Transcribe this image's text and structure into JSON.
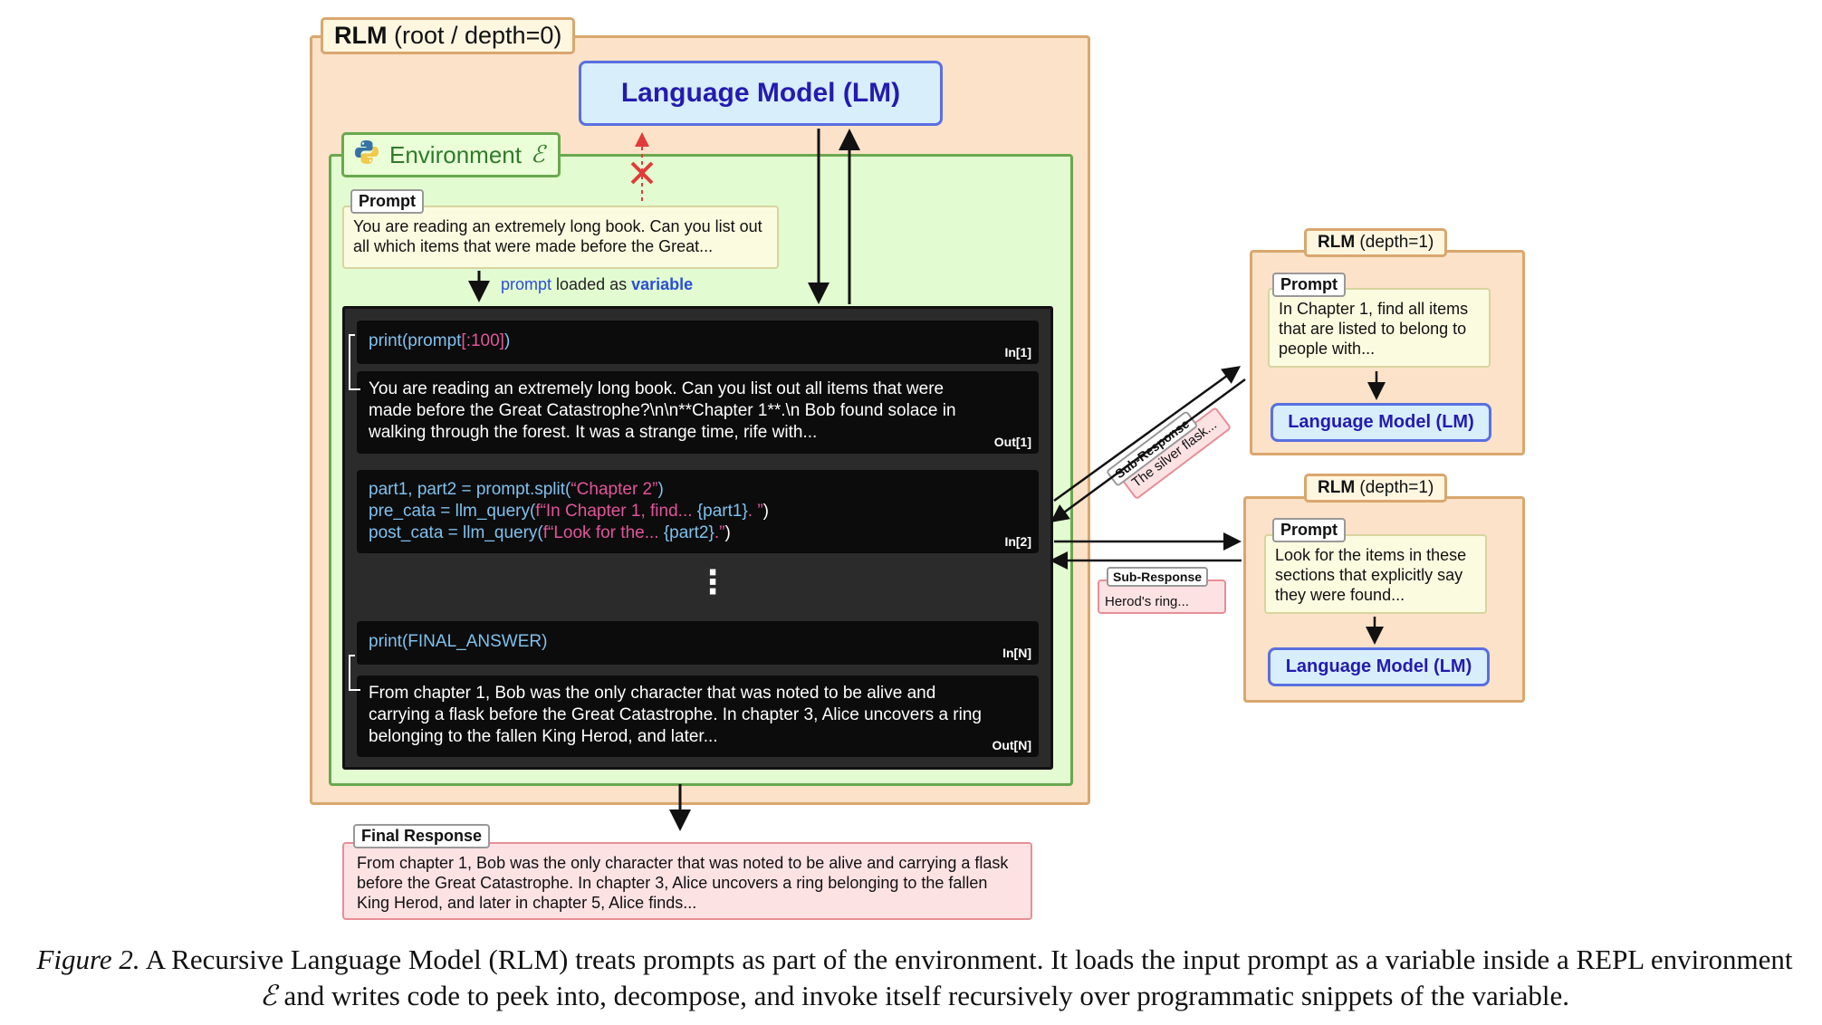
{
  "root": {
    "tag_bold": "RLM",
    "tag_rest": " (root / depth=0)",
    "lm": "Language Model (LM)"
  },
  "environment": {
    "label": "Environment",
    "symbol": "ℰ"
  },
  "prompt": {
    "tag": "Prompt",
    "text": "You are reading an extremely long book. Can you list out all which items that were made before the Great..."
  },
  "loaded": {
    "kw": "prompt",
    "mid": " loaded as ",
    "kw2": "variable"
  },
  "repl": {
    "in1": {
      "code_a": "print(prompt",
      "code_b": "[:100]",
      "code_c": ")",
      "label": "In[1]"
    },
    "out1": {
      "text": "You are reading an extremely long book. Can you list out all items that were made before the Great Catastrophe?\\n\\n**Chapter 1**.\\n Bob found solace in walking through the forest. It was a strange time, rife with...",
      "label": "Out[1]"
    },
    "in2": {
      "l1a": "part1, part2 = prompt.split(",
      "l1b": "“Chapter 2”",
      "l1c": ")",
      "l2a": "pre_cata = llm_query(",
      "l2b": "f“In Chapter 1, find... ",
      "l2c": "{part1}",
      "l2d": ". ”",
      "l2e": ")",
      "l3a": "post_cata = llm_query(",
      "l3b": "f“Look for the... ",
      "l3c": "{part2}",
      "l3d": ".”",
      "l3e": ")",
      "label": "In[2]"
    },
    "ellipsis": "⋮",
    "inN": {
      "code": "print(FINAL_ANSWER)",
      "label": "In[N]"
    },
    "outN": {
      "text": "From chapter 1, Bob was the only character that was noted to be alive and carrying a flask before the Great Catastrophe. In chapter 3, Alice uncovers a ring belonging to the fallen King Herod, and later...",
      "label": "Out[N]"
    }
  },
  "final": {
    "tag": "Final Response",
    "text": "From chapter 1, Bob was the only character that was noted to be alive and carrying a flask before the Great Catastrophe. In chapter 3, Alice uncovers a ring belonging to the fallen King Herod, and later in chapter 5, Alice finds..."
  },
  "depth1a": {
    "tag_bold": "RLM",
    "tag_rest": " (depth=1)",
    "prompt_tag": "Prompt",
    "prompt": "In Chapter 1, find all items that are listed to belong to people with...",
    "lm": "Language Model (LM)"
  },
  "depth1b": {
    "tag_bold": "RLM",
    "tag_rest": " (depth=1)",
    "prompt_tag": "Prompt",
    "prompt": "Look for the items in these sections that explicitly say they were found...",
    "lm": "Language Model (LM)"
  },
  "subresp1": {
    "tag": "Sub-Response",
    "text": "The silver flask..."
  },
  "subresp2": {
    "tag": "Sub-Response",
    "text": "Herod's ring..."
  },
  "caption": {
    "fig": "Figure 2.",
    "text1": " A Recursive Language Model (RLM) treats prompts as part of the environment. It loads the input prompt as a variable inside a REPL environment ",
    "sym": "ℰ",
    "text2": " and writes code to peek into, decompose, and invoke itself recursively over programmatic snippets of the variable."
  },
  "colors": {
    "root_fill": "#fbe2c8",
    "root_border": "#d9a76e",
    "env_fill": "#e2fbd0",
    "env_border": "#6aa84f",
    "lm_fill": "#d8eefb",
    "lm_text": "#241bb0",
    "blocked_arrow": "#e23b3b"
  }
}
